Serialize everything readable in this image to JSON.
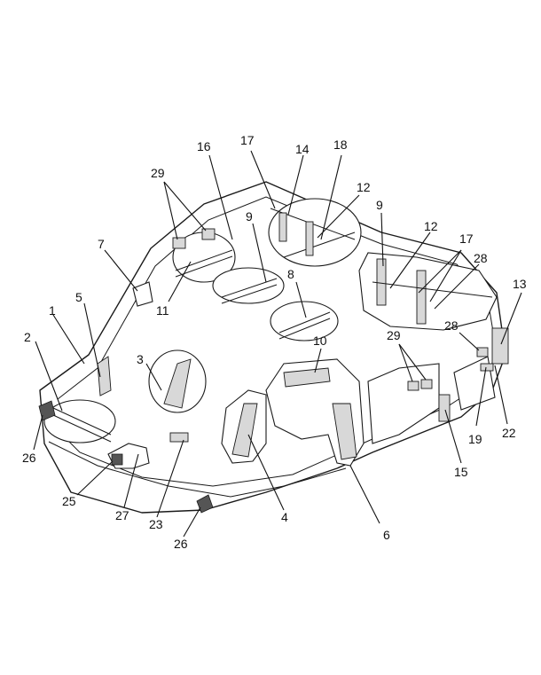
{
  "callouts": {
    "c1": "1",
    "c2": "2",
    "c3": "3",
    "c4": "4",
    "c5": "5",
    "c6": "6",
    "c7": "7",
    "c8": "8",
    "c9a": "9",
    "c9b": "9",
    "c10": "10",
    "c11": "11",
    "c12a": "12",
    "c12b": "12",
    "c13": "13",
    "c14": "14",
    "c15": "15",
    "c16": "16",
    "c17a": "17",
    "c17b": "17",
    "c18": "18",
    "c19": "19",
    "c22": "22",
    "c23": "23",
    "c25": "25",
    "c26a": "26",
    "c26b": "26",
    "c27": "27",
    "c28a": "28",
    "c28b": "28",
    "c29a": "29",
    "c29b": "29"
  }
}
